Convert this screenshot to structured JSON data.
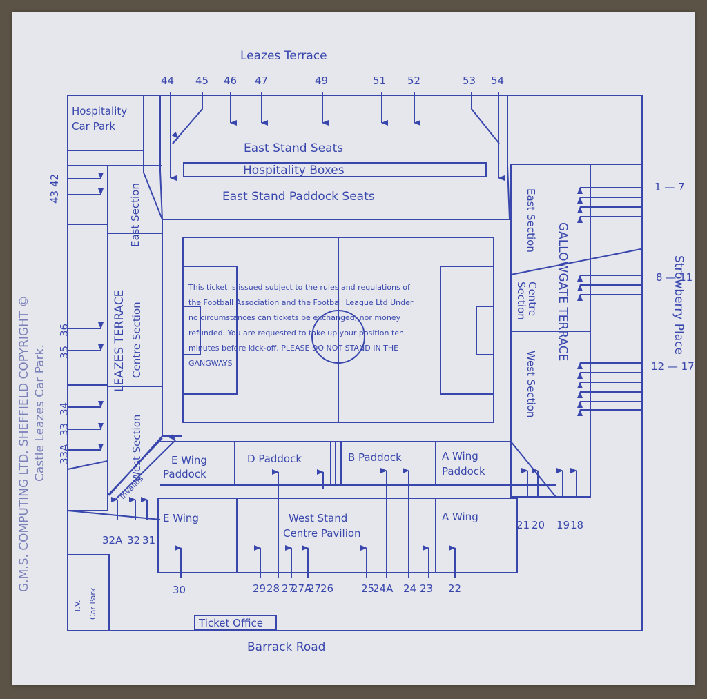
{
  "colors": {
    "ink": "#3947ad",
    "paper": "#e6e7ec",
    "background": "#5b5346"
  },
  "side": {
    "copyright": "G.M.S. COMPUTING LTD. SHEFFIELD COPYRIGHT ©",
    "castle": "Castle Leazes Car Park."
  },
  "roads": {
    "top": "Leazes Terrace",
    "bottom": "Barrack Road",
    "right": "Strowberry Place"
  },
  "areas": {
    "hospitality_car_park": [
      "Hospitality",
      "Car Park"
    ],
    "east_stand_seats": "East Stand Seats",
    "hospitality_boxes": "Hospitality Boxes",
    "east_stand_paddock_seats": "East Stand Paddock Seats",
    "leazes_east_section": "East Section",
    "leazes_terrace": "LEAZES TERRACE",
    "leazes_centre_section": "Centre Section",
    "leazes_west_section": "West Section",
    "invalids": "Invalids",
    "gallowgate_terrace": "GALLOWGATE TERRACE",
    "gallowgate_east_section": "East Section",
    "gallowgate_centre_section": [
      "Centre",
      "Section"
    ],
    "gallowgate_west_section": "West Section",
    "e_wing_paddock": [
      "E Wing",
      "Paddock"
    ],
    "d_paddock": "D Paddock",
    "b_paddock": "B Paddock",
    "a_wing_paddock": [
      "A Wing",
      "Paddock"
    ],
    "e_wing": "E Wing",
    "west_stand_centre": [
      "West Stand",
      "Centre Pavilion"
    ],
    "a_wing": "A Wing",
    "tv_car_park": [
      "T.V.",
      "Car Park"
    ],
    "ticket_office": "Ticket Office"
  },
  "notice": [
    "This ticket is issued subject to the rules and regulations of",
    "the Football Association and the Football League Ltd Under",
    "no circumstances can tickets be exchanged, nor money",
    "refunded. You are requested to take up your position ten",
    "minutes before kick-off. PLEASE DO NOT STAND IN THE",
    "GANGWAYS"
  ],
  "gates": {
    "top": [
      "44",
      "45",
      "46",
      "47",
      "49",
      "51",
      "52",
      "53",
      "54"
    ],
    "left": [
      "43",
      "42",
      "36",
      "35",
      "34",
      "33",
      "33A"
    ],
    "right": [
      "1 — 7",
      "8 — 11",
      "12 — 17"
    ],
    "bottom_right": [
      "21",
      "20",
      "19",
      "18"
    ],
    "bottom_left": [
      "32A",
      "32",
      "31"
    ],
    "bottom": [
      "30",
      "29",
      "28",
      "27",
      "27A",
      "27",
      "26",
      "25",
      "24A",
      "24",
      "23",
      "22"
    ]
  }
}
